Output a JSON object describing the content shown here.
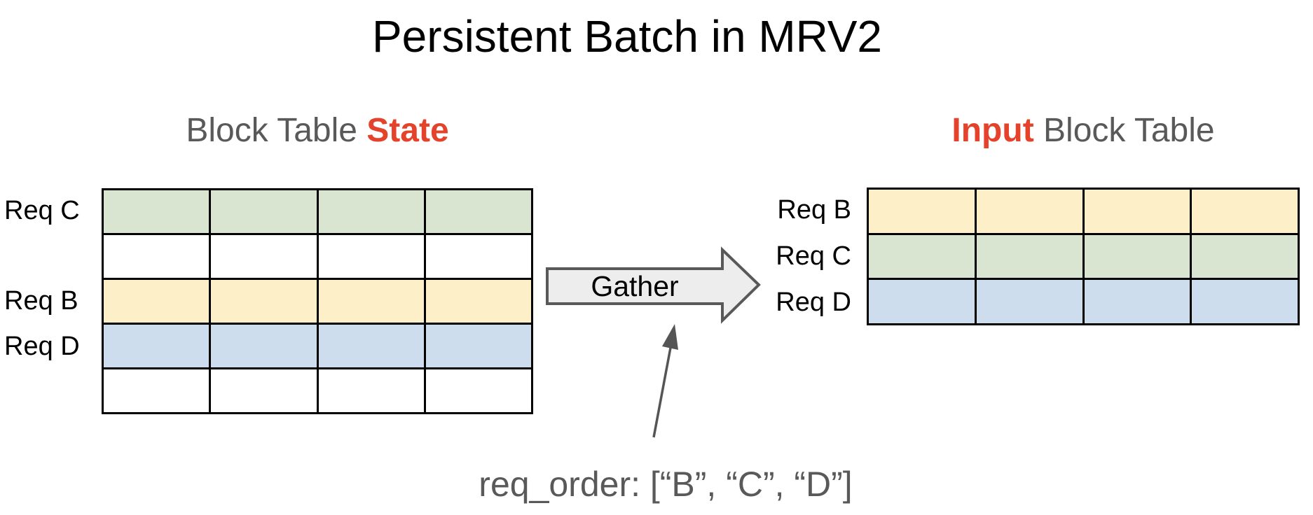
{
  "title": "Persistent Batch in MRV2",
  "left_table": {
    "title_plain": "Block Table ",
    "title_accent": "State",
    "columns": 4,
    "rows": [
      {
        "label": "Req C",
        "color": "green"
      },
      {
        "label": "",
        "color": "white"
      },
      {
        "label": "Req B",
        "color": "yellow"
      },
      {
        "label": "Req D",
        "color": "blue"
      },
      {
        "label": "",
        "color": "white"
      }
    ]
  },
  "right_table": {
    "title_accent": "Input",
    "title_plain": " Block Table",
    "columns": 4,
    "rows": [
      {
        "label": "Req B",
        "color": "yellow"
      },
      {
        "label": "Req C",
        "color": "green"
      },
      {
        "label": "Req D",
        "color": "blue"
      }
    ]
  },
  "gather": {
    "label": "Gather"
  },
  "annotation": {
    "text": "req_order: [“B”, “C”, “D”]"
  },
  "colors": {
    "green": "#d9e5d0",
    "yellow": "#fdf0c9",
    "blue": "#cdddee",
    "white": "#ffffff",
    "accent_red": "#e4422a",
    "gray_text": "#595959",
    "black_text": "#000000",
    "arrow_fill": "#ededed",
    "arrow_border": "#595959",
    "annotation_arrow": "#555555",
    "table_border": "#000000"
  }
}
